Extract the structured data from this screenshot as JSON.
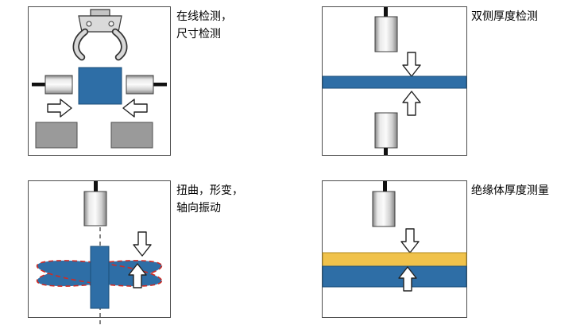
{
  "colors": {
    "accent-blue": "#2e6ea6",
    "accent-yellow": "#f0c24b",
    "block-gray": "#9a9a9a",
    "vibration-red": "#cf2b24",
    "panel-border": "#4d4d4d"
  },
  "panels": [
    {
      "id": "online-inspection",
      "label": "在线检测，\n尺寸检测"
    },
    {
      "id": "double-sided-thickness",
      "label": "双侧厚度检测"
    },
    {
      "id": "twist-deformation",
      "label": "扭曲，形变，\n轴向振动"
    },
    {
      "id": "insulator-thickness",
      "label": "绝缘体厚度测量"
    }
  ]
}
